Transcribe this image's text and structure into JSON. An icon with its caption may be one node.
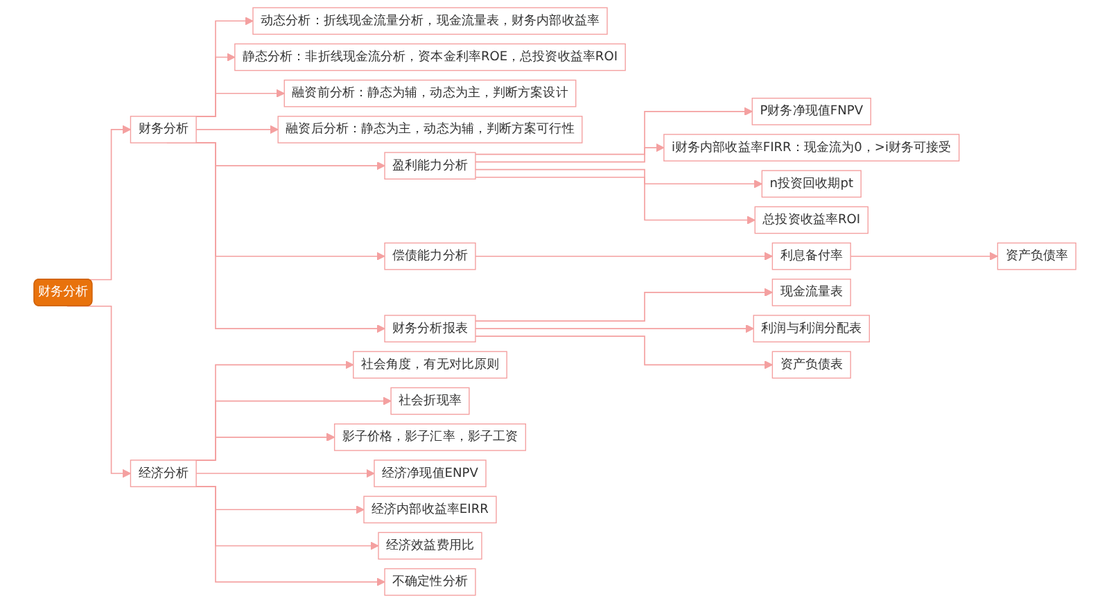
{
  "diagram": {
    "nodes": [
      {
        "text": [
          "财务分析"
        ]
      },
      {
        "text": [
          "财务分析"
        ]
      },
      {
        "text": [
          "动态分析：折线现金流量分析，现金流量表，财务内部收益率"
        ]
      },
      {
        "text": [
          "静态分析：非折线现金流分析，资本金利率ROE，总投资收益率ROI"
        ]
      },
      {
        "text": [
          "融资前分析：静态为辅，动态为主，判断方案设计"
        ]
      },
      {
        "text": [
          "融资后分析：静态为主，动态为辅，判断方案可行性"
        ]
      },
      {
        "text": [
          "盈利能力分析"
        ]
      },
      {
        "text": [
          "P财务净现值FNPV"
        ]
      },
      {
        "text": [
          "i财务内部收益率FIRR：现金流为0，>i财务可接受"
        ]
      },
      {
        "text": [
          "n投资回收期pt"
        ]
      },
      {
        "text": [
          "总投资收益率ROI"
        ]
      },
      {
        "text": [
          "偿债能力分析"
        ]
      },
      {
        "text": [
          "利息备付率"
        ]
      },
      {
        "text": [
          "资产负债率"
        ]
      },
      {
        "text": [
          "财务分析报表"
        ]
      },
      {
        "text": [
          "现金流量表"
        ]
      },
      {
        "text": [
          "利润与利润分配表"
        ]
      },
      {
        "text": [
          "资产负债表"
        ]
      },
      {
        "text": [
          "经济分析"
        ]
      },
      {
        "text": [
          "社会角度，有无对比原则"
        ]
      },
      {
        "text": [
          "社会折现率"
        ]
      },
      {
        "text": [
          "影子价格，影子汇率，影子工资"
        ]
      },
      {
        "text": [
          "经济净现值ENPV"
        ]
      },
      {
        "text": [
          "经济内部收益率EIRR"
        ]
      },
      {
        "text": [
          "经济效益费用比"
        ]
      },
      {
        "text": [
          "不确定性分析"
        ]
      }
    ],
    "edges": [
      {
        "from": 0,
        "to": 1,
        "arrow": "to"
      },
      {
        "from": 1,
        "to": 2,
        "arrow": "to"
      },
      {
        "from": 1,
        "to": 3,
        "arrow": "to"
      },
      {
        "from": 1,
        "to": 4,
        "arrow": "to"
      },
      {
        "from": 1,
        "to": 5,
        "arrow": "to"
      },
      {
        "from": 1,
        "to": 6,
        "arrow": "to"
      },
      {
        "from": 6,
        "to": 7,
        "arrow": "to"
      },
      {
        "from": 6,
        "to": 8,
        "arrow": "to"
      },
      {
        "from": 6,
        "to": 9,
        "arrow": "to"
      },
      {
        "from": 6,
        "to": 10,
        "arrow": "to"
      },
      {
        "from": 1,
        "to": 11,
        "arrow": "to"
      },
      {
        "from": 11,
        "to": 12,
        "arrow": "to"
      },
      {
        "from": 12,
        "to": 13,
        "arrow": "to"
      },
      {
        "from": 1,
        "to": 14,
        "arrow": "to"
      },
      {
        "from": 14,
        "to": 15,
        "arrow": "to"
      },
      {
        "from": 14,
        "to": 16,
        "arrow": "to"
      },
      {
        "from": 14,
        "to": 17,
        "arrow": "to"
      },
      {
        "from": 0,
        "to": 18,
        "arrow": "to"
      },
      {
        "from": 18,
        "to": 19,
        "arrow": "to"
      },
      {
        "from": 18,
        "to": 20,
        "arrow": "to"
      },
      {
        "from": 18,
        "to": 21,
        "arrow": "to"
      },
      {
        "from": 18,
        "to": 22,
        "arrow": "to"
      },
      {
        "from": 18,
        "to": 23,
        "arrow": "to"
      },
      {
        "from": 18,
        "to": 24,
        "arrow": "to"
      },
      {
        "from": 18,
        "to": 25,
        "arrow": "to"
      }
    ]
  }
}
